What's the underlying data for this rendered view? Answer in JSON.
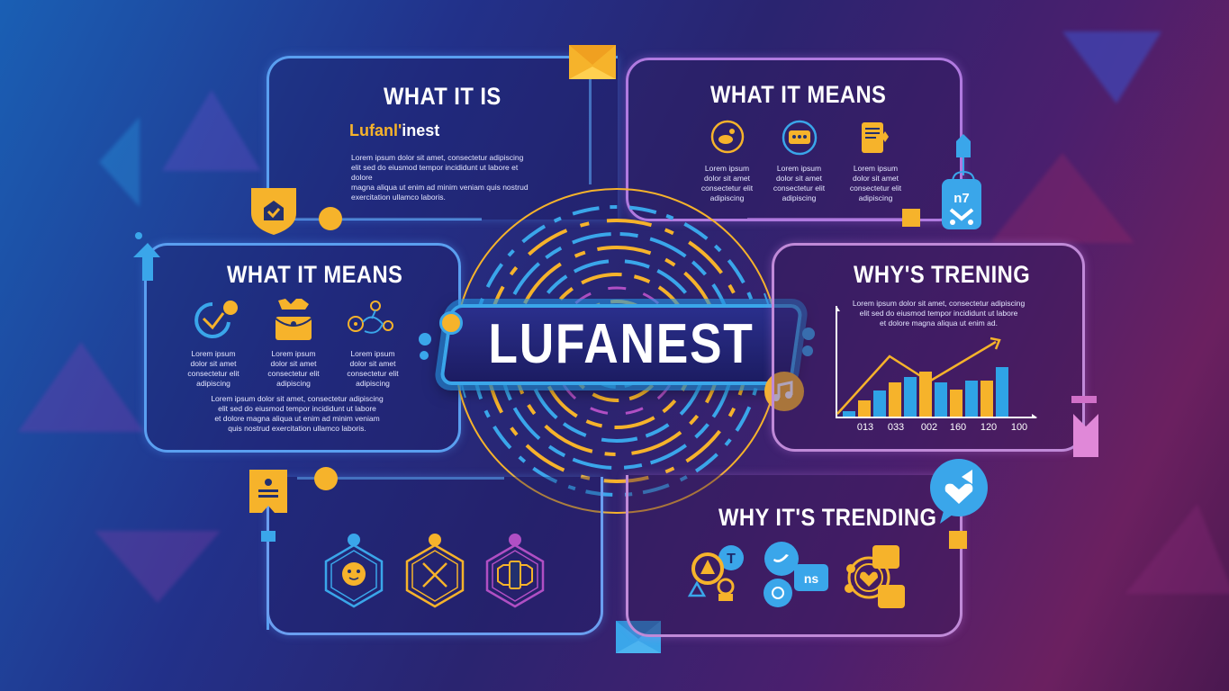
{
  "colors": {
    "accent_blue": "#3aa6ea",
    "accent_yellow": "#f6b32b",
    "accent_purple": "#b07ae0",
    "text": "#ffffff"
  },
  "center": {
    "title": "LUFANEST",
    "left_badge_icon": "bell-icon",
    "right_badge_icon": "music-note-icon"
  },
  "panels": {
    "what_it_is": {
      "title": "WHAT IT IS",
      "brand_part1": "Lufanl'",
      "brand_part2": "inest",
      "body": "Lorem ipsum dolor sit amet, consectetur adipiscing\nelit sed do eiusmod tempor incididunt ut labore et dolore\nmagna aliqua ut enim ad minim veniam quis nostrud\nexercitation ullamco laboris.",
      "badge_icon": "shield-check-icon"
    },
    "what_it_means_top": {
      "title": "WHAT IT MEANS",
      "items": [
        {
          "icon": "bee-circle-icon",
          "text": "Lorem ipsum\ndolor sit amet\nconsectetur elit\nadipiscing"
        },
        {
          "icon": "chat-bubble-icon",
          "text": "Lorem ipsum\ndolor sit amet\nconsectetur elit\nadipiscing"
        },
        {
          "icon": "clipboard-icon",
          "text": "Lorem ipsum\ndolor sit amet\nconsectetur elit\nadipiscing"
        }
      ]
    },
    "what_it_means_left": {
      "title": "WHAT IT MEANS",
      "items": [
        {
          "icon": "globe-check-icon",
          "text": "Lorem ipsum\ndolor sit amet\nconsectetur elit\nadipiscing"
        },
        {
          "icon": "briefcase-icon",
          "text": "Lorem ipsum\ndolor sit amet\nconsectetur elit\nadipiscing"
        },
        {
          "icon": "network-nodes-icon",
          "text": "Lorem ipsum\ndolor sit amet\nconsectetur elit\nadipiscing"
        }
      ],
      "body": "Lorem ipsum dolor sit amet, consectetur adipiscing\nelit sed do eiusmod tempor incididunt ut labore\net dolore magna aliqua ut enim ad minim veniam\nquis nostrud exercitation ullamco laboris."
    },
    "whys_trening": {
      "title": "WHY'S TRENING",
      "body": "Lorem ipsum dolor sit amet, consectetur adipiscing\nelit sed do eiusmod tempor incididunt ut labore\net dolore magna aliqua ut enim ad."
    },
    "badges_panel": {
      "items": [
        {
          "icon": "smiley-hex-badge-icon",
          "color": "#3aa6ea"
        },
        {
          "icon": "crossed-tools-hex-badge-icon",
          "color": "#f6b32b"
        },
        {
          "icon": "ticket-hex-badge-icon",
          "color": "#b04fc4"
        }
      ],
      "tag_icon": "crown-tag-icon"
    },
    "why_its_trending": {
      "title": "WHY IT'S TRENDING",
      "icons": [
        "triangle-shapes-icon",
        "twitter-bubbles-icon",
        "heart-community-icon"
      ],
      "corner_icon": "heart-speech-bubble-icon"
    }
  },
  "connectors": {
    "top_envelope_icon": "envelope-icon",
    "bottom_envelope_icon": "envelope-icon",
    "right_tag_icon": "luggage-tag-icon",
    "left_arrow_icon": "arrow-up-icon",
    "right_bookmark_icon": "bookmark-icon"
  },
  "chart_data": {
    "type": "bar",
    "title": "WHY'S TRENING",
    "categories": [
      "013",
      "033",
      "002",
      "160",
      "120",
      "100"
    ],
    "series": [
      {
        "name": "blue",
        "color": "#2fa3e6",
        "values": [
          1,
          5,
          6.5,
          5,
          8.5
        ]
      },
      {
        "name": "yellow",
        "color": "#f6b32b",
        "values": [
          3,
          5.5,
          7,
          4,
          6
        ]
      }
    ],
    "bar_sequence": [
      {
        "color": "blue",
        "value": 1
      },
      {
        "color": "yellow",
        "value": 3
      },
      {
        "color": "blue",
        "value": 5
      },
      {
        "color": "yellow",
        "value": 6
      },
      {
        "color": "blue",
        "value": 7
      },
      {
        "color": "yellow",
        "value": 8
      },
      {
        "color": "blue",
        "value": 6
      },
      {
        "color": "yellow",
        "value": 5
      },
      {
        "color": "blue",
        "value": 6
      },
      {
        "color": "yellow",
        "value": 6.5
      },
      {
        "color": "blue",
        "value": 9
      }
    ],
    "trend_line": [
      0,
      4,
      8,
      5,
      10
    ],
    "xlabel": "",
    "ylabel": "",
    "grid": false,
    "legend": "none"
  }
}
